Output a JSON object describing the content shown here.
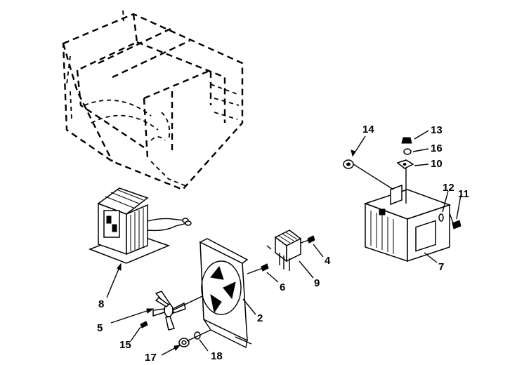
{
  "diagram": {
    "callouts": [
      {
        "id": "label-14",
        "text": "14"
      },
      {
        "id": "label-13",
        "text": "13"
      },
      {
        "id": "label-16",
        "text": "16"
      },
      {
        "id": "label-10",
        "text": "10"
      },
      {
        "id": "label-12",
        "text": "12"
      },
      {
        "id": "label-11",
        "text": "11"
      },
      {
        "id": "label-7",
        "text": "7"
      },
      {
        "id": "label-4",
        "text": "4"
      },
      {
        "id": "label-9",
        "text": "9"
      },
      {
        "id": "label-6",
        "text": "6"
      },
      {
        "id": "label-2",
        "text": "2"
      },
      {
        "id": "label-8",
        "text": "8"
      },
      {
        "id": "label-5",
        "text": "5"
      },
      {
        "id": "label-15",
        "text": "15"
      },
      {
        "id": "label-17",
        "text": "17"
      },
      {
        "id": "label-18",
        "text": "18"
      }
    ]
  }
}
